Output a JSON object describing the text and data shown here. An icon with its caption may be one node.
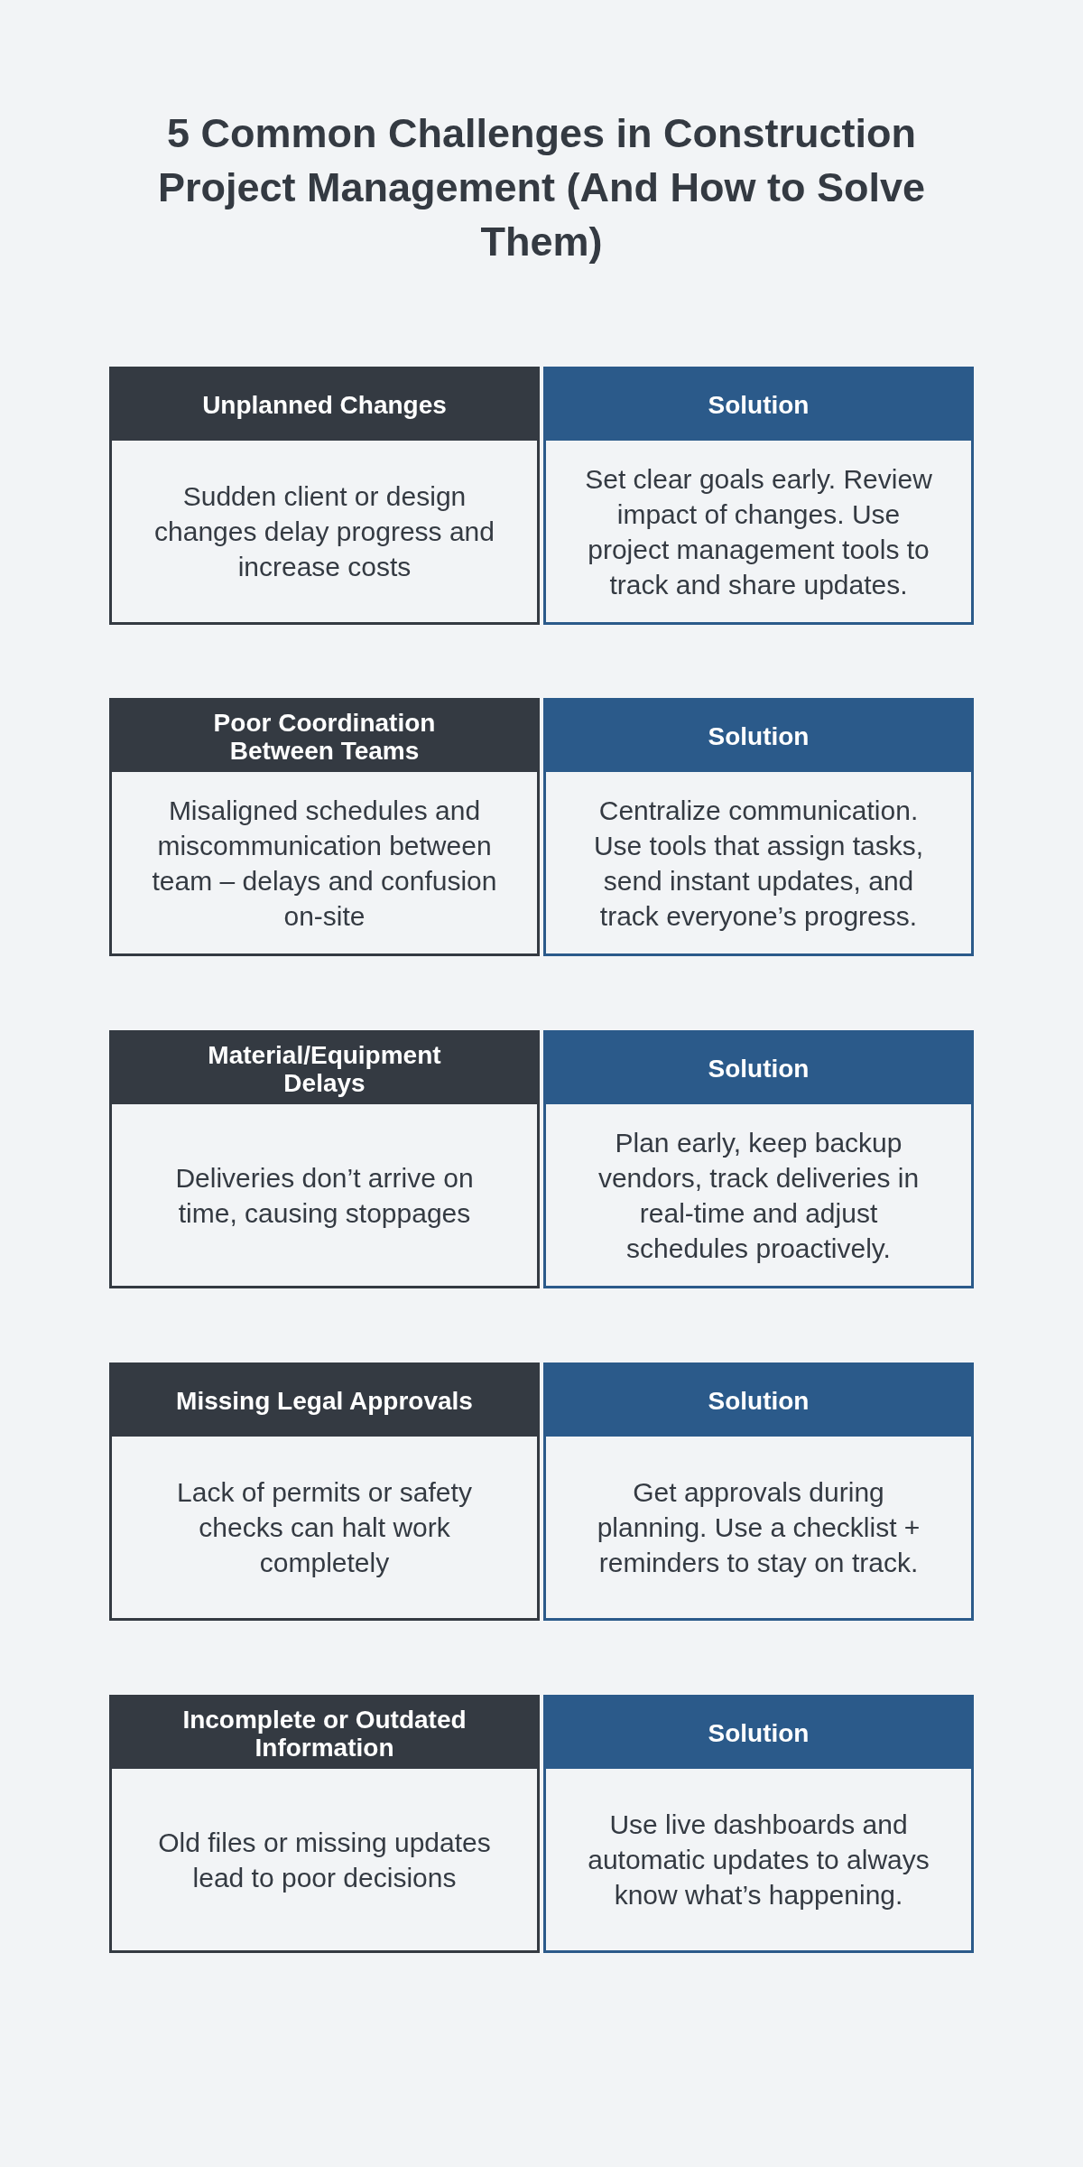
{
  "diagram": {
    "title": "5 Common Challenges in Construction Project Management (And How to Solve Them)",
    "nodes": [
      {
        "text": [
          "Unplanned Changes",
          "Sudden client or design changes delay progress and increase costs"
        ]
      },
      {
        "text": [
          "Solution",
          "Set clear goals early. Review impact of changes. Use project management tools to track and share updates."
        ]
      },
      {
        "text": [
          "Poor Coordination Between Teams",
          "Misaligned schedules and miscommunication between team – delays and confusion on-site"
        ]
      },
      {
        "text": [
          "Solution",
          "Centralize communication. Use tools that assign tasks, send instant updates, and track everyone’s progress."
        ]
      },
      {
        "text": [
          "Material/Equipment Delays",
          "Deliveries don’t arrive on time, causing stoppages"
        ]
      },
      {
        "text": [
          "Solution",
          "Plan early, keep backup vendors, track deliveries in real-time and adjust schedules proactively."
        ]
      },
      {
        "text": [
          "Missing Legal Approvals",
          "Lack of permits or safety checks can halt work completely"
        ]
      },
      {
        "text": [
          "Solution",
          "Get approvals during planning. Use a checklist + reminders to stay on track."
        ]
      },
      {
        "text": [
          "Incomplete or Outdated Information",
          "Old files or missing updates lead to poor decisions"
        ]
      },
      {
        "text": [
          "Solution",
          "Use live dashboards and automatic updates to always know what’s happening."
        ]
      }
    ]
  }
}
